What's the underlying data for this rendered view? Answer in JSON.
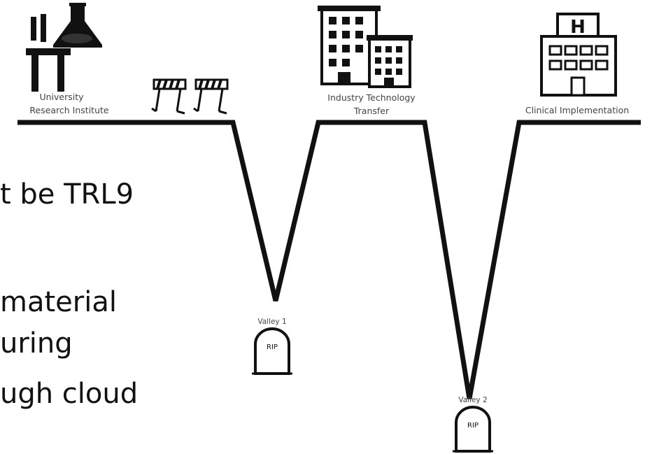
{
  "slide_text": {
    "line1": "t be TRL9",
    "line2": "material",
    "line3": "uring",
    "line4": "ugh cloud"
  },
  "diagram": {
    "stages": {
      "university_line1": "University",
      "university_line2": "Research Institute",
      "industry_line1": "Industry Technology",
      "industry_line2": "Transfer",
      "clinical": "Clinical Implementation"
    },
    "valleys": {
      "valley1_label": "Valley 1",
      "valley1_tomb": "RIP",
      "valley2_label": "Valley 2",
      "valley2_tomb": "RIP"
    },
    "hospital_sign": "H",
    "colors": {
      "ink": "#111111",
      "label": "#444444",
      "background": "#ffffff"
    }
  }
}
